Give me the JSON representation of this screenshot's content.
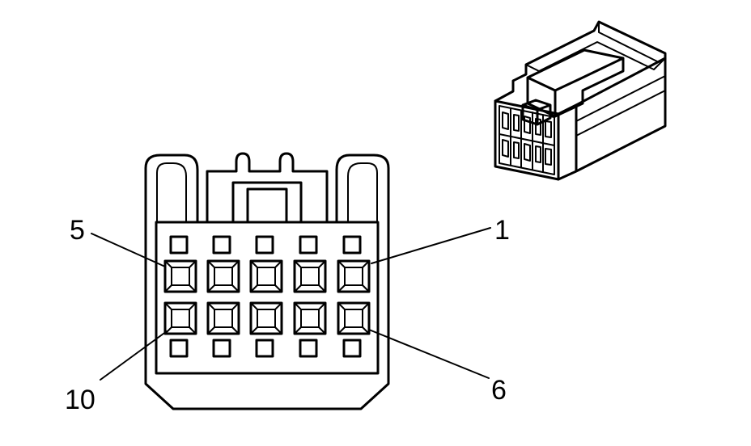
{
  "pin_labels": {
    "pin_5": "5",
    "pin_1": "1",
    "pin_10": "10",
    "pin_6": "6"
  },
  "colors": {
    "line": "#000000",
    "background": "#ffffff"
  }
}
